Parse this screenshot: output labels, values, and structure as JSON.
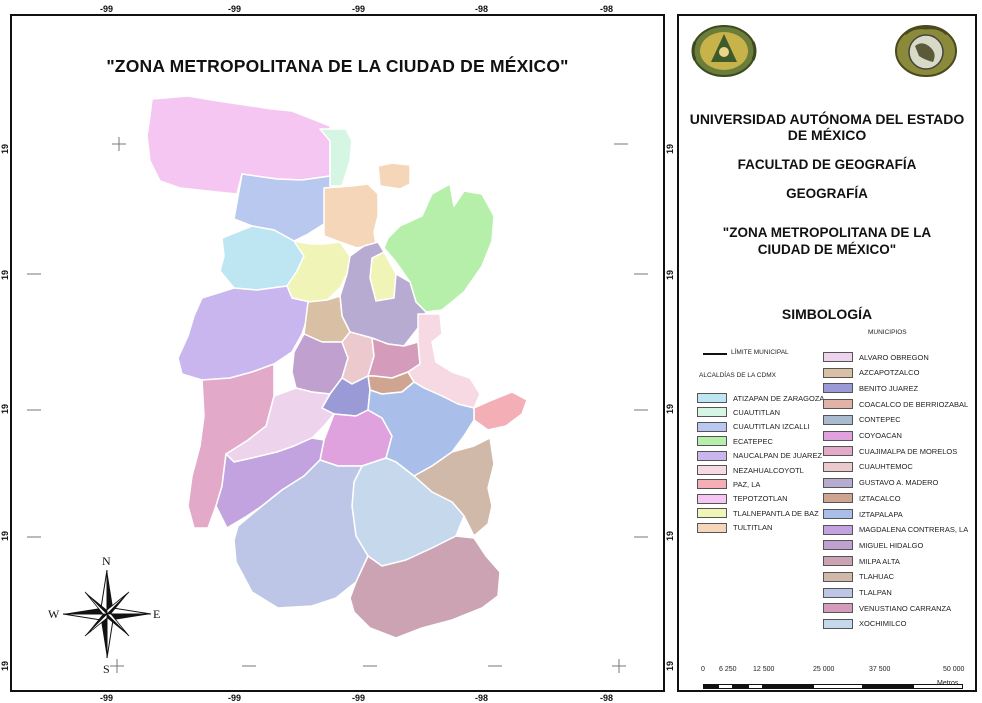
{
  "map": {
    "title": "\"ZONA METROPOLITANA DE LA CIUDAD DE MÉXICO\"",
    "longitude_ticks": [
      "-99",
      "-99",
      "-99",
      "-98",
      "-98"
    ],
    "latitude_ticks": [
      "19",
      "19",
      "19",
      "19",
      "19"
    ],
    "compass": {
      "n": "N",
      "s": "S",
      "e": "E",
      "w": "W"
    },
    "colors": {
      "atizapan": "#bde6f2",
      "cuautitlan": "#d6f6e4",
      "cuautitlan_izcalli": "#b8c8ef",
      "ecatepec": "#b6efaa",
      "naucalpan": "#c9b6ee",
      "nezahualcoyotl": "#f6d9e2",
      "paz": "#f3aeb6",
      "tepotzotlan": "#f6c6f2",
      "tlalnepantla": "#f0f5b7",
      "tultitlan": "#f6d6b8",
      "alvaro_obregon": "#eed3ec",
      "azcapotzalco": "#d9bfa3",
      "benito_juarez": "#9a9bd6",
      "coyoacan": "#dfa2de",
      "cuajimalpa": "#e3a9c8",
      "cuauhtemoc": "#ebc9cd",
      "gustavo_a_madero": "#b7abd2",
      "iztacalco": "#cfa592",
      "iztapalapa": "#a9bfe9",
      "magdalena": "#c3a3df",
      "miguel_hidalgo": "#c0a0cf",
      "milpa_alta": "#cca3b3",
      "tlahuac": "#d0b9a8",
      "tlalpan": "#bdc6e6",
      "venustiano": "#d59bbb",
      "xochimilco": "#c6d8ec"
    }
  },
  "panel": {
    "university": "UNIVERSIDAD AUTÓNOMA DEL ESTADO DE MÉXICO",
    "faculty": "FACULTAD DE GEOGRAFÍA",
    "career": "GEOGRAFÍA",
    "title": "\"ZONA METROPOLITANA DE LA CIUDAD DE MÉXICO\"",
    "simbologia": "SIMBOLOGÍA",
    "municipios_heading": "MUNICIPIOS",
    "limite_label": "LÍMITE MUNICIPAL",
    "alcaldias_heading": "ALCALDÍAS DE LA CDMX",
    "left_items": [
      {
        "label": "ATIZAPAN DE ZARAGOZA",
        "color": "#bde6f2"
      },
      {
        "label": "CUAUTITLAN",
        "color": "#d6f6e4"
      },
      {
        "label": "CUAUTITLAN IZCALLI",
        "color": "#b8c8ef"
      },
      {
        "label": "ECATEPEC",
        "color": "#b6efaa"
      },
      {
        "label": "NAUCALPAN DE JUAREZ",
        "color": "#c9b6ee"
      },
      {
        "label": "NEZAHUALCOYOTL",
        "color": "#f6d9e2"
      },
      {
        "label": "PAZ, LA",
        "color": "#f3aeb6"
      },
      {
        "label": "TEPOTZOTLAN",
        "color": "#f6c6f2"
      },
      {
        "label": "TLALNEPANTLA DE BAZ",
        "color": "#f0f5b7"
      },
      {
        "label": "TULTITLAN",
        "color": "#f6d6b8"
      }
    ],
    "right_items": [
      {
        "label": "ALVARO OBREGON",
        "color": "#eed3ec"
      },
      {
        "label": "AZCAPOTZALCO",
        "color": "#d9bfa3"
      },
      {
        "label": "BENITO JUAREZ",
        "color": "#9a9bd6"
      },
      {
        "label": "COACALCO DE BERRIOZABAL",
        "color": "#e0b3a6"
      },
      {
        "label": "CONTEPEC",
        "color": "#a9bccf"
      },
      {
        "label": "COYOACAN",
        "color": "#dfa2de"
      },
      {
        "label": "CUAJIMALPA DE MORELOS",
        "color": "#e3a9c8"
      },
      {
        "label": "CUAUHTEMOC",
        "color": "#ebc9cd"
      },
      {
        "label": "GUSTAVO A. MADERO",
        "color": "#b7abd2"
      },
      {
        "label": "IZTACALCO",
        "color": "#cfa592"
      },
      {
        "label": "IZTAPALAPA",
        "color": "#a9bfe9"
      },
      {
        "label": "MAGDALENA CONTRERAS, LA",
        "color": "#c3a3df"
      },
      {
        "label": "MIGUEL HIDALGO",
        "color": "#c0a0cf"
      },
      {
        "label": "MILPA ALTA",
        "color": "#cca3b3"
      },
      {
        "label": "TLAHUAC",
        "color": "#d0b9a8"
      },
      {
        "label": "TLALPAN",
        "color": "#bdc6e6"
      },
      {
        "label": "VENUSTIANO CARRANZA",
        "color": "#d59bbb"
      },
      {
        "label": "XOCHIMILCO",
        "color": "#c6d8ec"
      }
    ],
    "scale": {
      "labels": [
        "0",
        "6 250",
        "12 500",
        "25 000",
        "37 500",
        "50 000"
      ],
      "unit": "Metros"
    }
  }
}
